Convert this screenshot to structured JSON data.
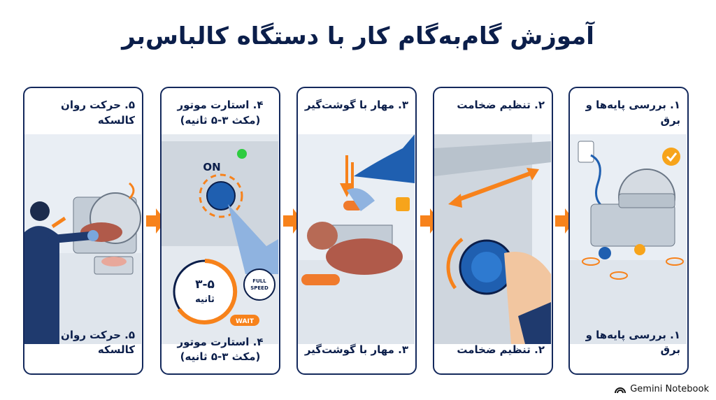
{
  "title": "آموزش گام‌به‌گام کار با دستگاه کالباس‌بر",
  "steps": [
    {
      "heading": "۵. حرکت روان کالسکه",
      "caption": "۵. حرکت روان کالسکه"
    },
    {
      "heading": "۴. استارت موتور (مکث ۳-۵ ثانیه)",
      "caption": "۴. استارت موتور (مکث ۳-۵ ثانیه)",
      "button_text": "ON",
      "timer_text": "۳-۵",
      "timer_unit": "ثانیه",
      "badge_text": "FULL SPEED",
      "wait_text": "WAIT"
    },
    {
      "heading": "۳. مهار با گوشت‌گیر",
      "caption": "۳. مهار با گوشت‌گیر"
    },
    {
      "heading": "۲. تنظیم ضخامت",
      "caption": "۲. تنظیم ضخامت"
    },
    {
      "heading": "۱. بررسی پایه‌ها و برق",
      "caption": "۱. بررسی پایه‌ها و برق"
    }
  ],
  "brand": "Gemini Notebook",
  "colors": {
    "accent": "#f7821b",
    "navy": "#14295c",
    "blue": "#1f5fb0",
    "steel": "#b8c2cc"
  }
}
